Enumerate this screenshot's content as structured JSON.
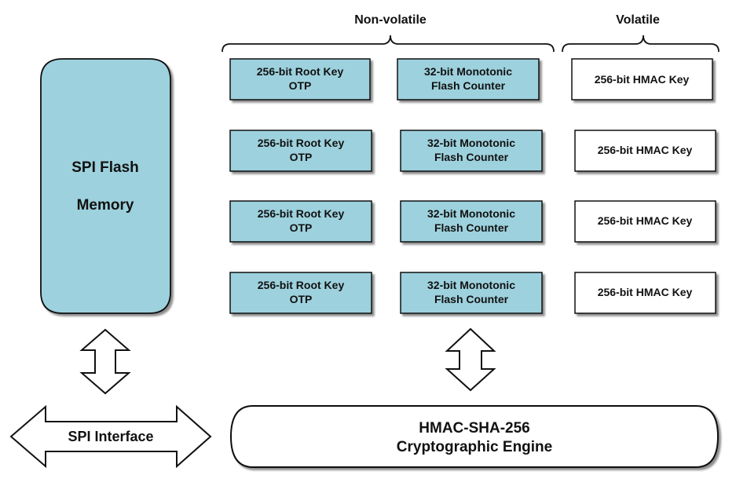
{
  "header": {
    "nonvolatile": "Non-volatile",
    "volatile": "Volatile"
  },
  "flash": {
    "line1": "SPI Flash",
    "line2": "Memory"
  },
  "slots": [
    {
      "otp_l1": "256-bit Root Key",
      "otp_l2": "OTP",
      "ctr_l1": "32-bit Monotonic",
      "ctr_l2": "Flash Counter",
      "hmac": "256-bit HMAC Key"
    },
    {
      "otp_l1": "256-bit Root Key",
      "otp_l2": "OTP",
      "ctr_l1": "32-bit Monotonic",
      "ctr_l2": "Flash Counter",
      "hmac": "256-bit HMAC Key"
    },
    {
      "otp_l1": "256-bit Root Key",
      "otp_l2": "OTP",
      "ctr_l1": "32-bit Monotonic",
      "ctr_l2": "Flash Counter",
      "hmac": "256-bit HMAC Key"
    },
    {
      "otp_l1": "256-bit Root Key",
      "otp_l2": "OTP",
      "ctr_l1": "32-bit Monotonic",
      "ctr_l2": "Flash Counter",
      "hmac": "256-bit HMAC Key"
    }
  ],
  "engine": {
    "line1": "HMAC-SHA-256",
    "line2": "Cryptographic Engine"
  },
  "spi": {
    "label": "SPI Interface"
  },
  "colors": {
    "fill_blue": "#9dd1dd",
    "stroke": "#111111",
    "white": "#ffffff"
  }
}
